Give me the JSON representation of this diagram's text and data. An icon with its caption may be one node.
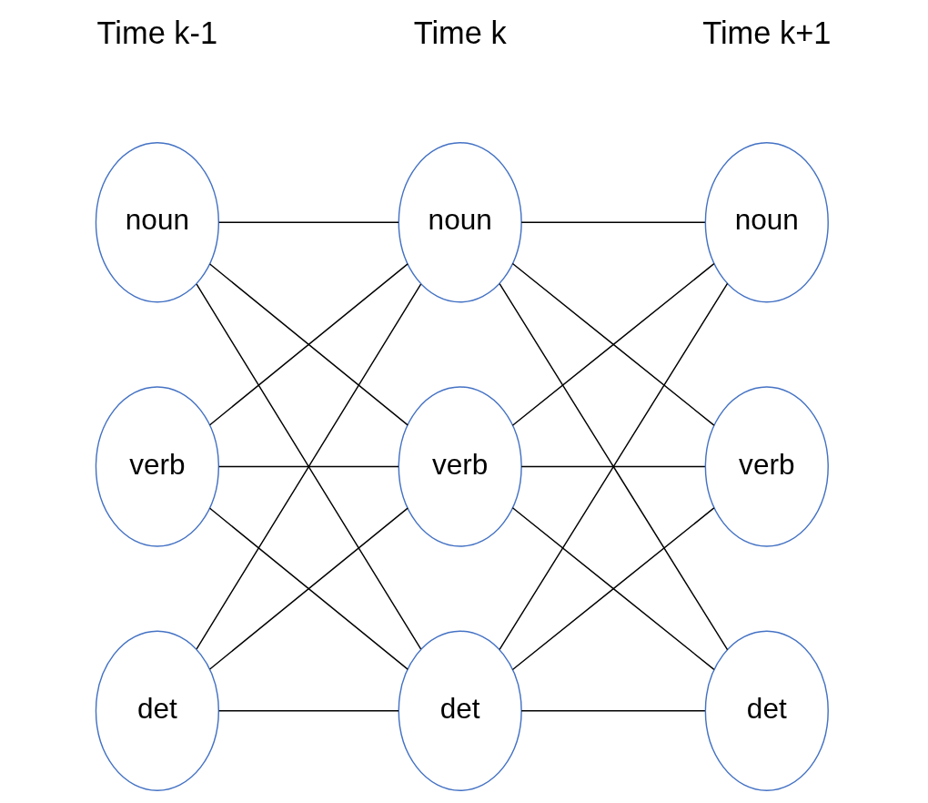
{
  "diagram": {
    "nodes": [
      {
        "text": [
          "noun"
        ]
      },
      {
        "text": [
          "verb"
        ]
      },
      {
        "text": [
          "det"
        ]
      },
      {
        "text": [
          "noun"
        ]
      },
      {
        "text": [
          "verb"
        ]
      },
      {
        "text": [
          "det"
        ]
      },
      {
        "text": [
          "noun"
        ]
      },
      {
        "text": [
          "verb"
        ]
      },
      {
        "text": [
          "det"
        ]
      }
    ],
    "edges": [
      {
        "from": 0,
        "to": 3,
        "arrow": "none"
      },
      {
        "from": 0,
        "to": 4,
        "arrow": "none"
      },
      {
        "from": 0,
        "to": 5,
        "arrow": "none"
      },
      {
        "from": 1,
        "to": 3,
        "arrow": "none"
      },
      {
        "from": 1,
        "to": 4,
        "arrow": "none"
      },
      {
        "from": 1,
        "to": 5,
        "arrow": "none"
      },
      {
        "from": 2,
        "to": 3,
        "arrow": "none"
      },
      {
        "from": 2,
        "to": 4,
        "arrow": "none"
      },
      {
        "from": 2,
        "to": 5,
        "arrow": "none"
      },
      {
        "from": 3,
        "to": 6,
        "arrow": "none"
      },
      {
        "from": 3,
        "to": 7,
        "arrow": "none"
      },
      {
        "from": 3,
        "to": 8,
        "arrow": "none"
      },
      {
        "from": 4,
        "to": 6,
        "arrow": "none"
      },
      {
        "from": 4,
        "to": 7,
        "arrow": "none"
      },
      {
        "from": 4,
        "to": 8,
        "arrow": "none"
      },
      {
        "from": 5,
        "to": 6,
        "arrow": "none"
      },
      {
        "from": 5,
        "to": 7,
        "arrow": "none"
      },
      {
        "from": 5,
        "to": 8,
        "arrow": "none"
      }
    ],
    "labels": [
      "Time k-1",
      "Time k",
      "Time k+1"
    ]
  }
}
